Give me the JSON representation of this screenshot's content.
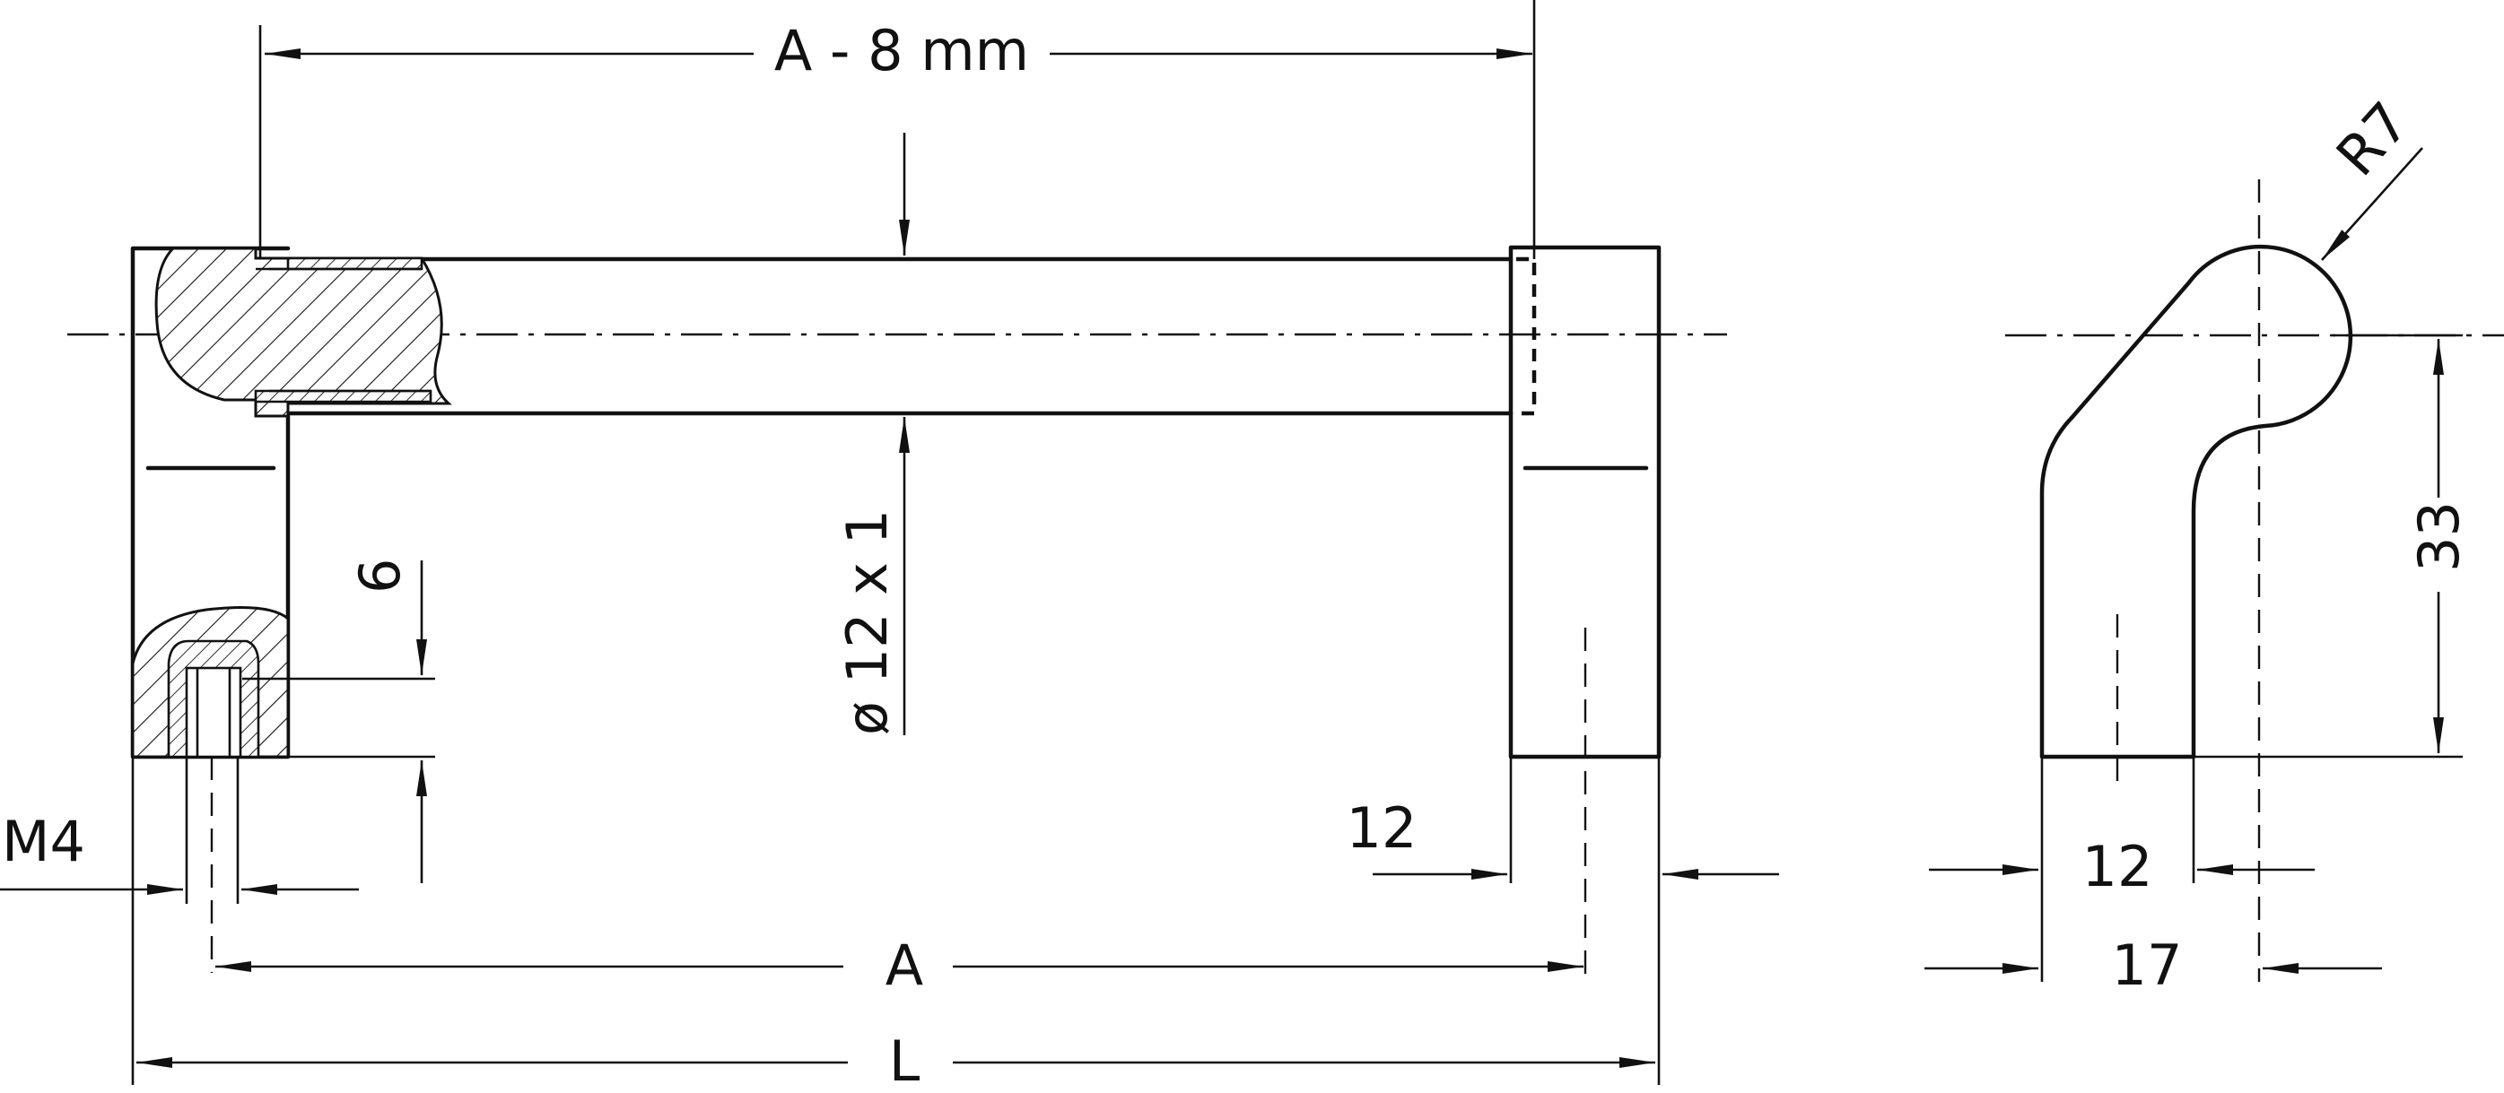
{
  "dimensions": {
    "a_minus_8": "A - 8 mm",
    "tube": "ø 12 x 1",
    "thread": "M4",
    "thread_depth": "6",
    "foot_width": "12",
    "a": "A",
    "l": "L",
    "radius": "R7",
    "height": "33",
    "side_width": "12",
    "side_depth": "17"
  }
}
